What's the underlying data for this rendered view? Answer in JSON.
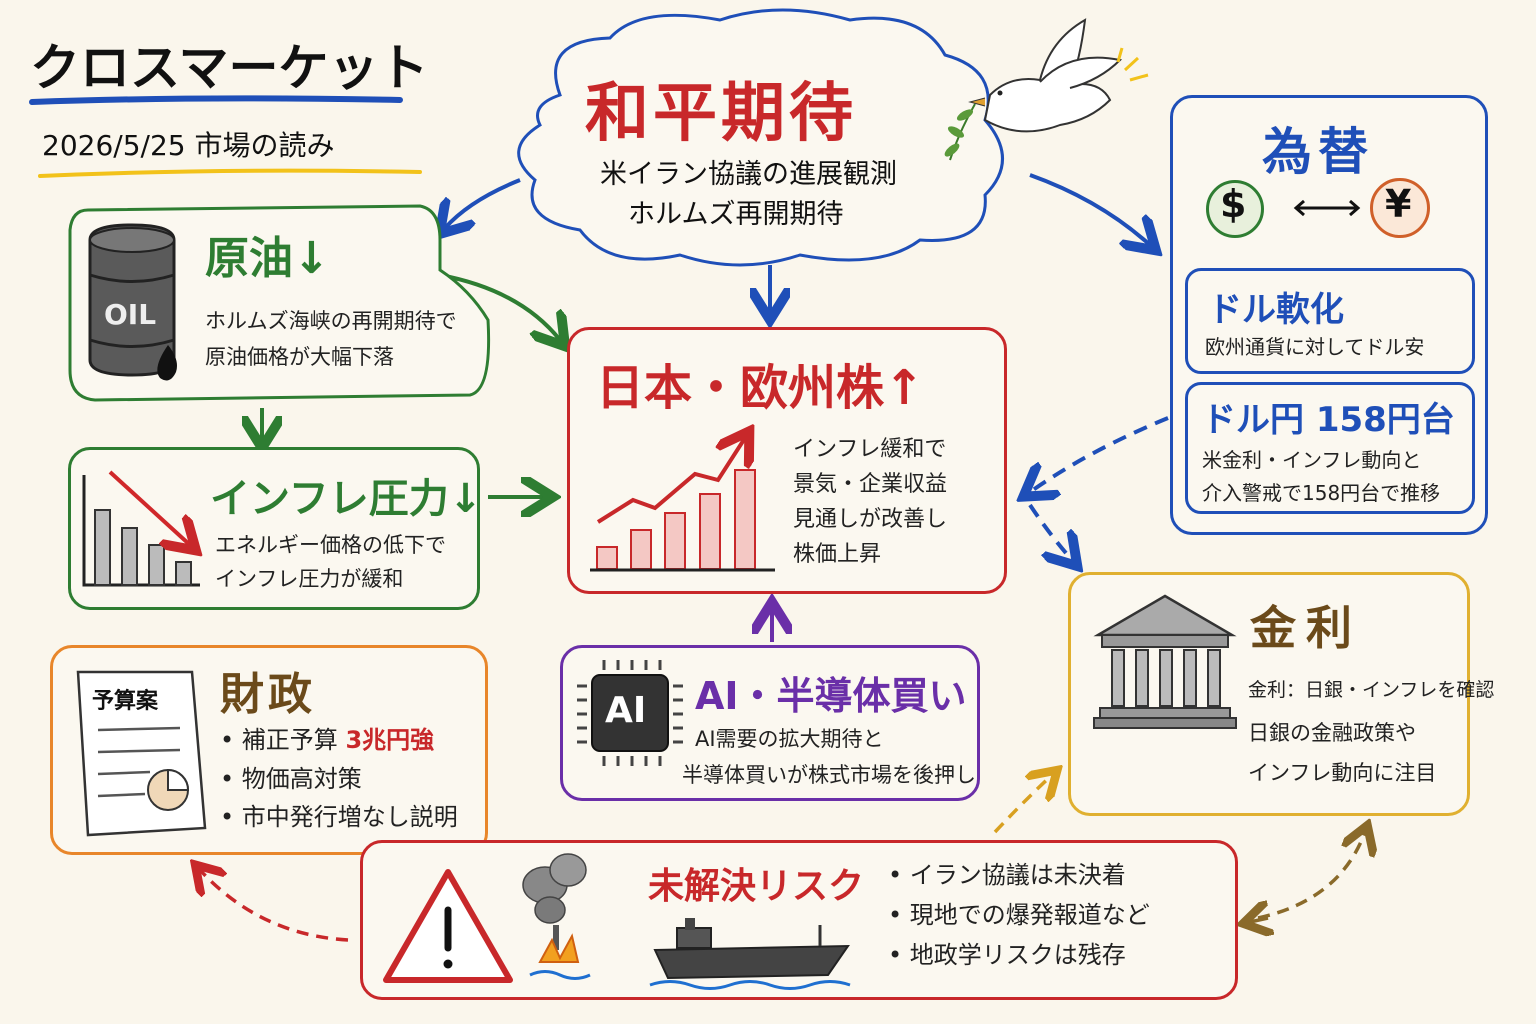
{
  "header": {
    "title": "クロスマーケット",
    "subtitle": "2026/5/25 市場の読み"
  },
  "peace": {
    "title": "和平期待",
    "line1": "米イラン協議の進展観測",
    "line2": "ホルムズ再開期待"
  },
  "oil": {
    "title": "原油↓",
    "label": "OIL",
    "line1": "ホルムズ海峡の再開期待で",
    "line2": "原油価格が大幅下落"
  },
  "inflation": {
    "title": "インフレ圧力↓",
    "line1": "エネルギー価格の低下で",
    "line2": "インフレ圧力が緩和"
  },
  "stocks": {
    "title": "日本・欧州株↑",
    "lines": [
      "インフレ緩和で",
      "景気・企業収益",
      "見通しが改善し",
      "株価上昇"
    ]
  },
  "fx": {
    "title": "為替",
    "dollar": "$",
    "yen": "¥",
    "usd_weak_title": "ドル軟化",
    "usd_weak_text": "欧州通貨に対してドル安",
    "usdjpy_title": "ドル円 158円台",
    "usdjpy_line1": "米金利・インフレ動向と",
    "usdjpy_line2": "介入警戒で158円台で推移"
  },
  "fiscal": {
    "title": "財政",
    "doc_label": "予算案",
    "bullet1_prefix": "補正予算",
    "bullet1_highlight": "3兆円強",
    "bullet2": "物価高対策",
    "bullet3": "市中発行増なし説明"
  },
  "ai": {
    "title": "AI・半導体買い",
    "chip_label": "AI",
    "line1": "AI需要の拡大期待と",
    "line2": "半導体買いが株式市場を後押し"
  },
  "rates": {
    "title": "金利",
    "line1": "金利：日銀・インフレを確認",
    "line2": "日銀の金融政策や",
    "line3": "インフレ動向に注目"
  },
  "risk": {
    "title": "未解決リスク",
    "bullets": [
      "イラン協議は未決着",
      "現地での爆発報道など",
      "地政学リスクは残存"
    ]
  },
  "colors": {
    "red": "#c8282a",
    "green": "#2e7d32",
    "blue": "#1f4fb8",
    "orange": "#e8862a",
    "purple": "#6a2fa8",
    "gold": "#e0b030",
    "brown": "#6b4a1a"
  }
}
